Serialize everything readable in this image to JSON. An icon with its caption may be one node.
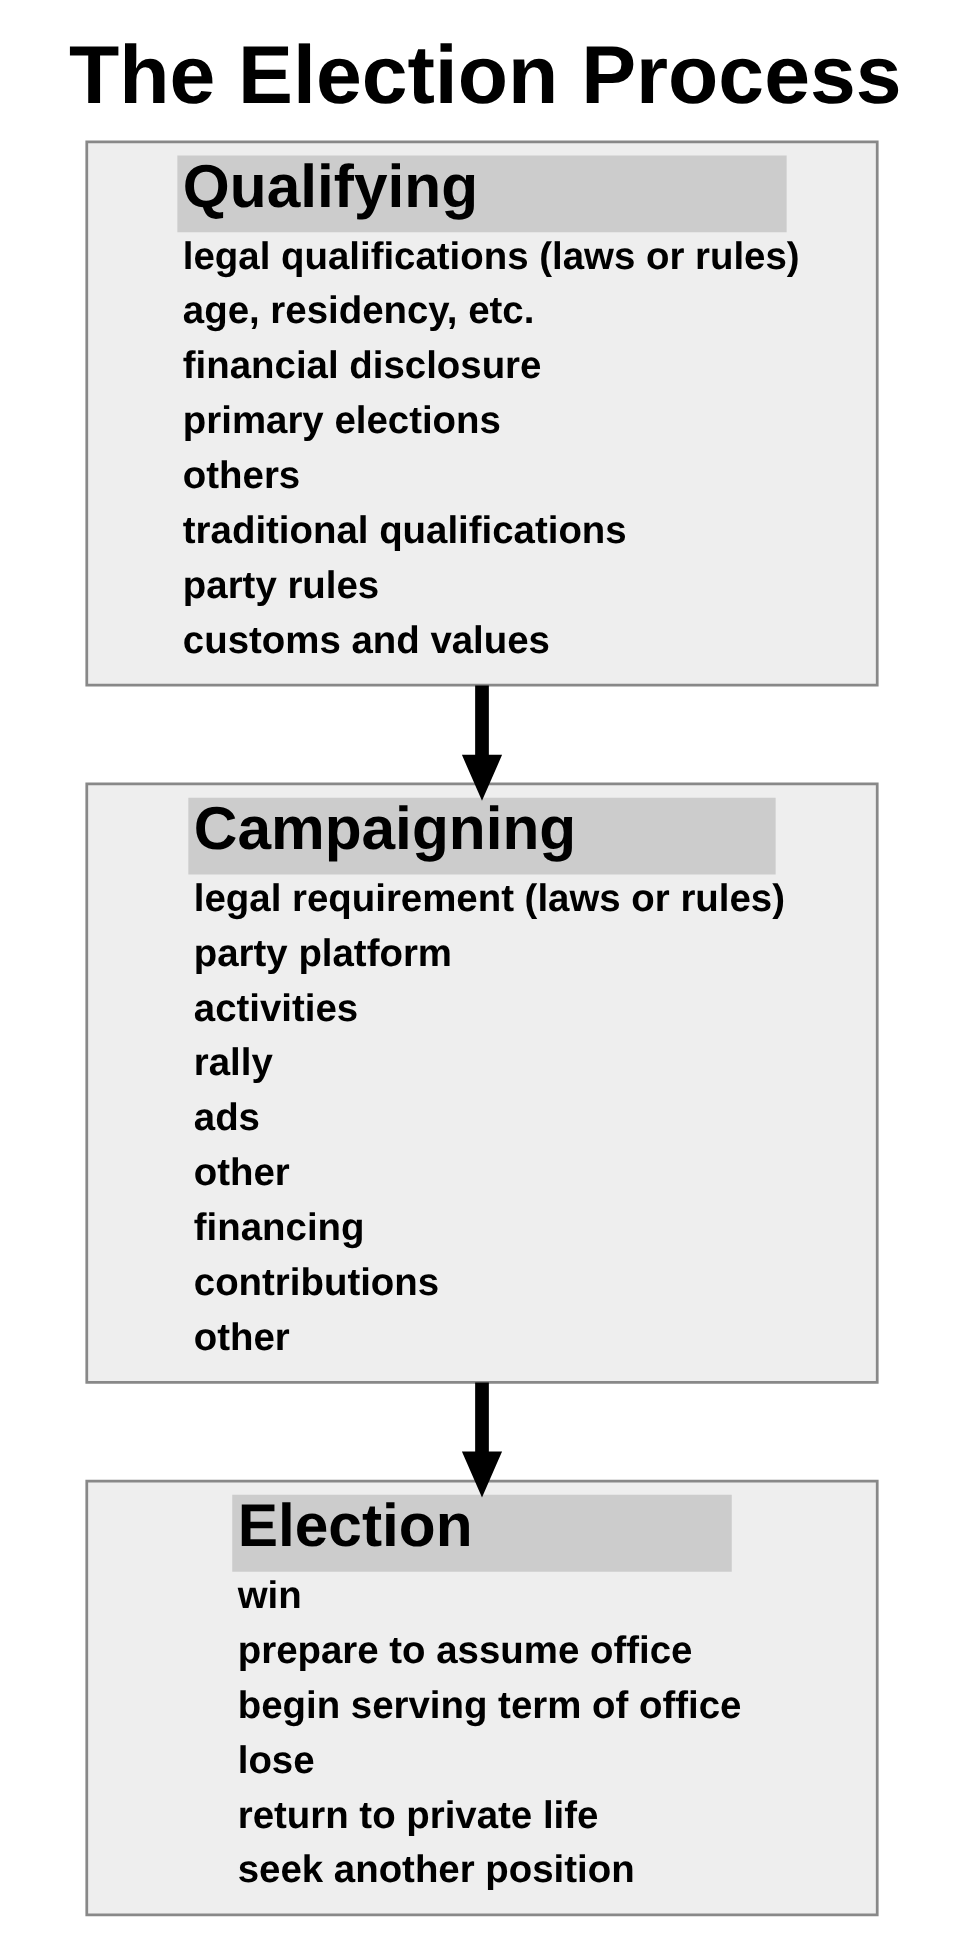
{
  "diagram": {
    "title": "The Election Process",
    "nodes": [
      {
        "text": [
          "Qualifying",
          "legal qualifications (laws or rules)",
          "age, residency, etc.",
          "financial disclosure",
          "primary elections",
          "others",
          "traditional qualifications",
          "party rules",
          "customs and values"
        ]
      },
      {
        "text": [
          "Campaigning",
          "legal requirement (laws or rules)",
          "party platform",
          "activities",
          "rally",
          "ads",
          "other",
          "financing",
          "contributions",
          "other"
        ]
      },
      {
        "text": [
          "Election",
          "win",
          "prepare to assume office",
          "begin serving term of office",
          "lose",
          "return to private life",
          "seek another position"
        ]
      }
    ],
    "edges": [
      {
        "from": 0,
        "to": 1,
        "arrow": "to"
      },
      {
        "from": 1,
        "to": 2,
        "arrow": "to"
      }
    ]
  }
}
